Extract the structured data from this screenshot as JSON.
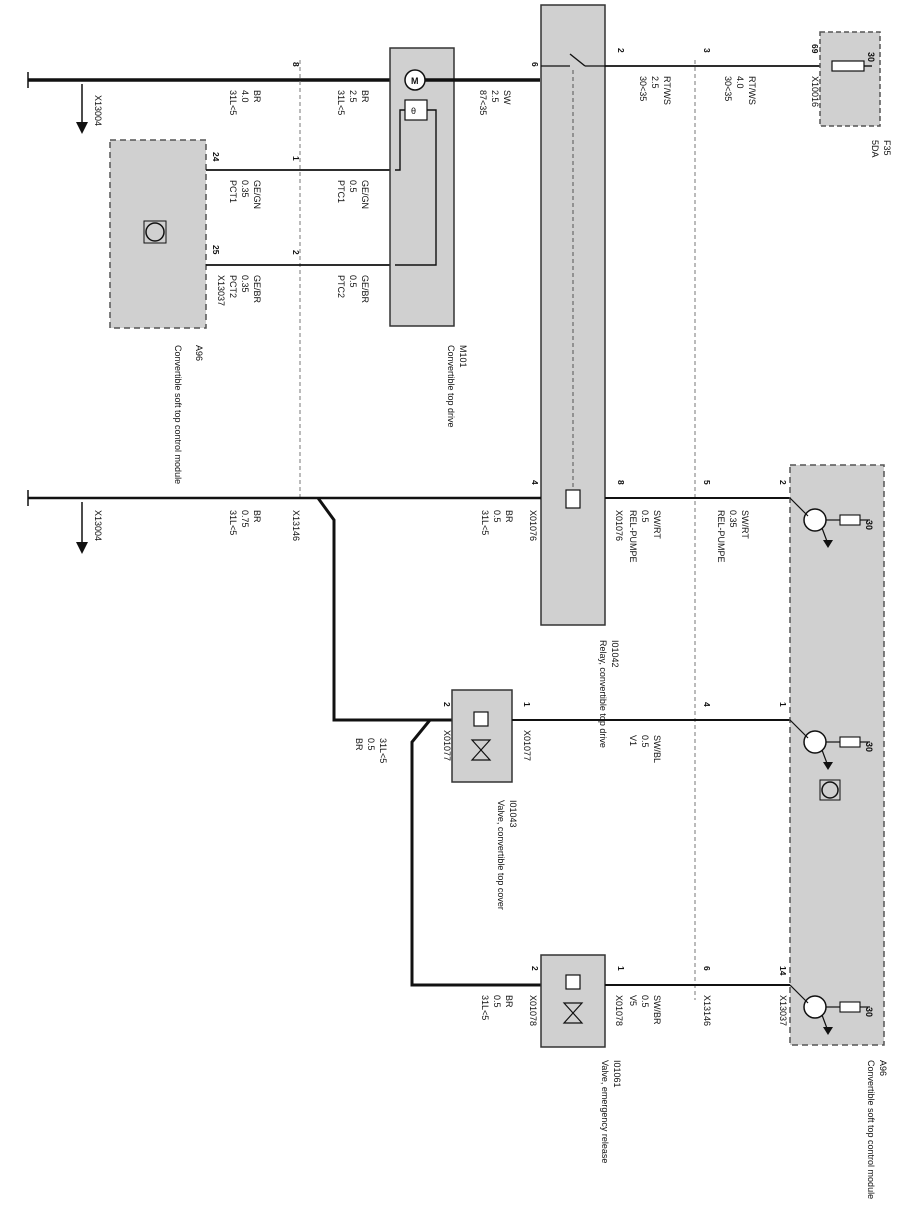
{
  "colors": {
    "box_fill": "#d0d0d0",
    "wire": "#111111",
    "background": "#ffffff"
  },
  "top": {
    "ground_left": {
      "label": "X13004"
    },
    "wire_ground": {
      "pin": "8",
      "w1": "31L<5",
      "w2": "4.0",
      "w3": "BR",
      "m1": "31L<5",
      "m2": "2.5",
      "m3": "BR"
    },
    "wire_pct1": {
      "ctrl_pin": "24",
      "a1": "PCT1",
      "a2": "0.35",
      "a3": "GE/GN",
      "motor_pin": "1",
      "b1": "PTC1",
      "b2": "0.5",
      "b3": "GE/GN"
    },
    "wire_pct2": {
      "ctrl_pin": "25",
      "connector": "X13037",
      "a1": "PCT2",
      "a2": "0.35",
      "a3": "GE/BR",
      "motor_pin": "2",
      "b1": "PTC2",
      "b2": "0.5",
      "b3": "GE/BR"
    },
    "ctrl_module": {
      "id": "A96",
      "name": "Convertible soft top control module"
    },
    "motor": {
      "id": "M101",
      "name": "Convertible top drive",
      "symbol": "M",
      "thermal": "θ"
    },
    "relay_out": {
      "pin": "6",
      "w1": "87<35",
      "w2": "2.5",
      "w3": "SW"
    },
    "relay_in": {
      "pin": "2",
      "w1": "30<35",
      "w2": "2.5",
      "w3": "RT/WS"
    },
    "feed": {
      "pin": "3",
      "w1": "30<35",
      "w2": "4.0",
      "w3": "RT/WS"
    },
    "fuse_box": {
      "pin": "69",
      "connector": "X10016",
      "term": "30",
      "id": "F35",
      "rating": "5DA"
    }
  },
  "bottom": {
    "ground_left": {
      "label": "X13004"
    },
    "splice": {
      "label": "X13146",
      "w1": "31L<5",
      "w2": "0.75",
      "w3": "BR"
    },
    "relay_ground": {
      "pin": "4",
      "connector": "X01076",
      "w1": "31L<5",
      "w2": "0.5",
      "w3": "BR"
    },
    "relay_coil": {
      "pin": "8",
      "connector": "X01076",
      "w1": "REL-PUMPE",
      "w2": "0.5",
      "w3": "SW/RT"
    },
    "relay_coil_ctrl": {
      "pin": "5",
      "w1": "REL-PUMPE",
      "w2": "0.35",
      "w3": "SW/RT"
    },
    "relay": {
      "id": "I01042",
      "name": "Relay, convertible top drive"
    },
    "valve_cover": {
      "id": "I01043",
      "name": "Valve, convertible top cover",
      "pin_a": "2",
      "conn_a": "X01077",
      "pin_b": "1",
      "conn_b": "X01077"
    },
    "wire_v1": {
      "pin_mid": "4",
      "w1": "V1",
      "w2": "0.5",
      "w3": "SW/BL"
    },
    "ground_mid": {
      "w1": "31L<5",
      "w2": "0.5",
      "w3": "BR"
    },
    "valve_release": {
      "id": "I01061",
      "name": "Valve, emergency release",
      "pin_a": "2",
      "conn_a": "X01078",
      "pin_b": "1",
      "conn_b": "X01078",
      "g1": "31L<5",
      "g2": "0.5",
      "g3": "BR"
    },
    "wire_v5": {
      "pin_mid": "6",
      "connector": "X13146",
      "w1": "V5",
      "w2": "0.5",
      "w3": "SW/BR"
    },
    "ctrl_module": {
      "id": "A96",
      "name": "Convertible soft top control module",
      "connector": "X13037",
      "pin1": "2",
      "pin2": "1",
      "pin3": "14",
      "term": "30"
    }
  }
}
